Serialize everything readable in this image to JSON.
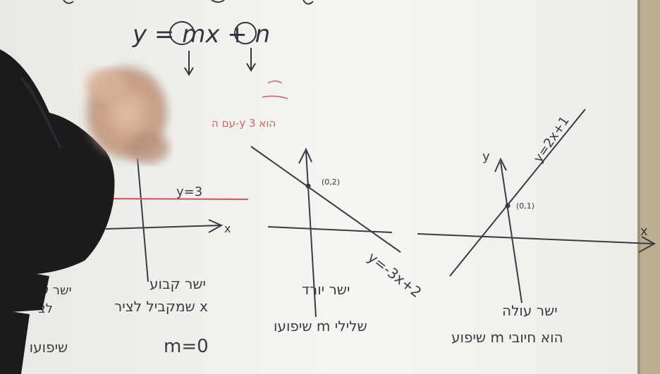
{
  "board": {
    "formula": "y = mx + n",
    "annotation_red": "עם ה-y הוא 3",
    "graphs": [
      {
        "line_label": "y=3",
        "axis_label": "x",
        "caption_line1": "ישר קבוע",
        "caption_line2": "שמקביל לציר x",
        "slope_note": "m=0"
      },
      {
        "line_label": "y=-3x+2",
        "point_label": "(0,2)",
        "caption_line1": "ישר יורד",
        "caption_line2": "שיפועו m שלילי"
      },
      {
        "line_label": "y=2x+1",
        "point_label": "(0,1)",
        "axis_y_label": "y",
        "axis_x_label": "x",
        "caption_line1": "ישר עולה",
        "caption_line2": "שיפוע m הוא חיובי"
      }
    ],
    "left_edge_fragment_1": "ישר שמ",
    "left_edge_fragment_2": "לצי",
    "left_edge_fragment_3": "שיפועו אינו"
  },
  "colors": {
    "marker": "#3a3a46",
    "marker_red": "#c9646a",
    "board": "#f4f3ef",
    "frame": "#b8a98c",
    "sleeve": "#1b1b1d",
    "hand": "#caa48a"
  }
}
